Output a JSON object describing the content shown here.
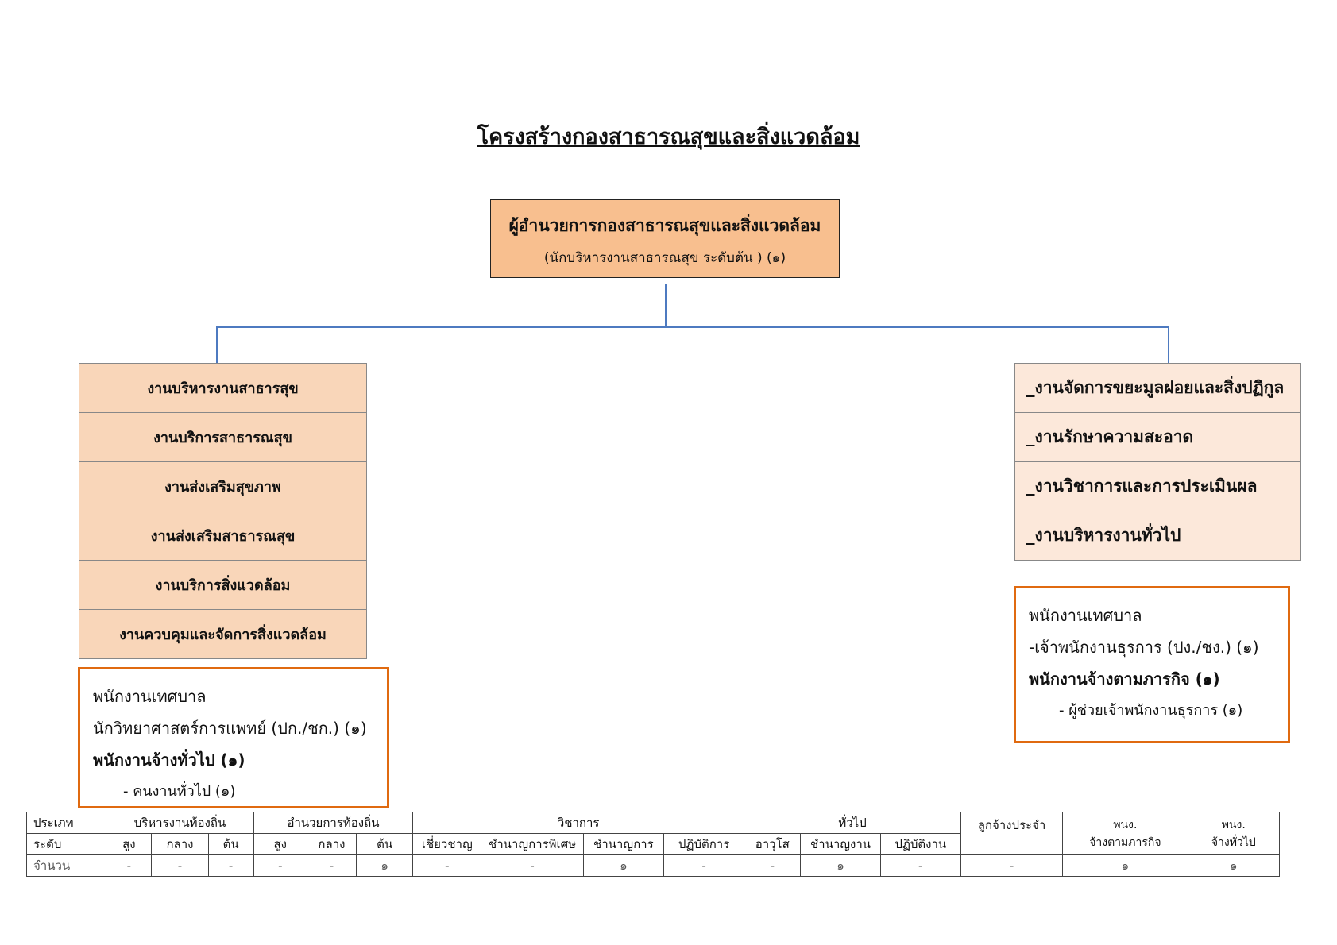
{
  "title": "โครงสร้างกองสาธารณสุขและสิ่งแวดล้อม",
  "head": {
    "title": "ผู้อำนวยการกองสาธารณสุขและสิ่งแวดล้อม",
    "subtitle": "(นักบริหารงานสาธารณสุข ระดับต้น )  (๑)"
  },
  "left_divisions": [
    "งานบริหารงานสาธารสุข",
    "งานบริการสาธารณสุข",
    "งานส่งเสริมสุขภาพ",
    "งานส่งเสริมสาธารณสุข",
    "งานบริการสิ่งแวดล้อม",
    "งานควบคุมและจัดการสิ่งแวดล้อม"
  ],
  "right_divisions": [
    "_งานจัดการขยะมูลฝอยและสิ่งปฏิกูล",
    "_งานรักษาความสะอาด",
    "_งานวิชาการและการประเมินผล",
    "_งานบริหารงานทั่วไป"
  ],
  "left_staff": {
    "line1": "พนักงานเทศบาล",
    "line2": "นักวิทยาศาสตร์การแพทย์ (ปก./ชก.) (๑)",
    "line3": "พนักงานจ้างทั่วไป (๑)",
    "bullet": "-      คนงานทั่วไป (๑)"
  },
  "right_staff": {
    "line1": "พนักงานเทศบาล",
    "line2": "-เจ้าพนักงานธุรการ  (ปง./ชง.) (๑)",
    "line3": "พนักงานจ้างตามภารกิจ (๑)",
    "bullet": "-      ผู้ช่วยเจ้าพนักงานธุรการ (๑)"
  },
  "summary": {
    "type_label": "ประเภท",
    "level_label": "ระดับ",
    "count_label": "จำนวน",
    "groups": {
      "local_exec": "บริหารงานท้องถิ่น",
      "local_director": "อำนวยการท้องถิ่น",
      "academic": "วิชาการ",
      "general": "ทั่วไป",
      "permanent": "ลูกจ้างประจำ",
      "mission_l1": "พนง.",
      "mission_l2": "จ้างตามภารกิจ",
      "general_emp_l1": "พนง.",
      "general_emp_l2": "จ้างทั่วไป"
    },
    "levels": [
      "สูง",
      "กลาง",
      "ต้น",
      "สูง",
      "กลาง",
      "ต้น",
      "เชี่ยวชาญ",
      "ชำนาญการพิเศษ",
      "ชำนาญการ",
      "ปฏิบัติการ",
      "อาวุโส",
      "ชำนาญงาน",
      "ปฏิบัติงาน"
    ],
    "counts": [
      "-",
      "-",
      "-",
      "-",
      "-",
      "๑",
      "-",
      "-",
      "๑",
      "-",
      "-",
      "๑",
      "-",
      "-",
      "๑",
      "๑"
    ]
  },
  "colors": {
    "head_fill": "#f8bf8f",
    "left_fill": "#f9d6b9",
    "right_fill": "#fce8da",
    "staff_border": "#e06a10",
    "connector": "#4e7ac0"
  }
}
